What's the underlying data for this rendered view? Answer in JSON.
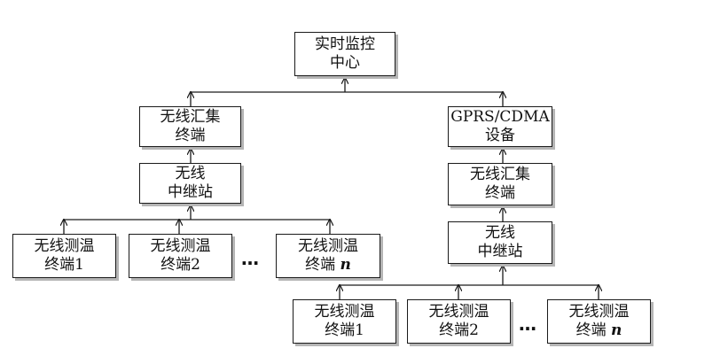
{
  "colors": {
    "stroke": "#1a1a1a",
    "shadow": "#b5b5b5"
  },
  "nodes": {
    "center": {
      "line1": "实时监控",
      "line2": "中心"
    },
    "sinkA": {
      "line1": "无线汇集",
      "line2": "终端"
    },
    "gprs": {
      "line1": "GPRS/CDMA",
      "line2": "设备"
    },
    "relayA": {
      "line1": "无线",
      "line2": "中继站"
    },
    "sinkB": {
      "line1": "无线汇集",
      "line2": "终端"
    },
    "relayB": {
      "line1": "无线",
      "line2": "中继站"
    },
    "termA1": {
      "line1": "无线测温",
      "line2": "终端1"
    },
    "termA2": {
      "line1": "无线测温",
      "line2": "终端2"
    },
    "termAn": {
      "line1": "无线测温",
      "line2": "终端",
      "suffix": "n"
    },
    "termB1": {
      "line1": "无线测温",
      "line2": "终端1"
    },
    "termB2": {
      "line1": "无线测温",
      "line2": "终端2"
    },
    "termBn": {
      "line1": "无线测温",
      "line2": "终端",
      "suffix": "n"
    }
  },
  "ellipsis": "…"
}
